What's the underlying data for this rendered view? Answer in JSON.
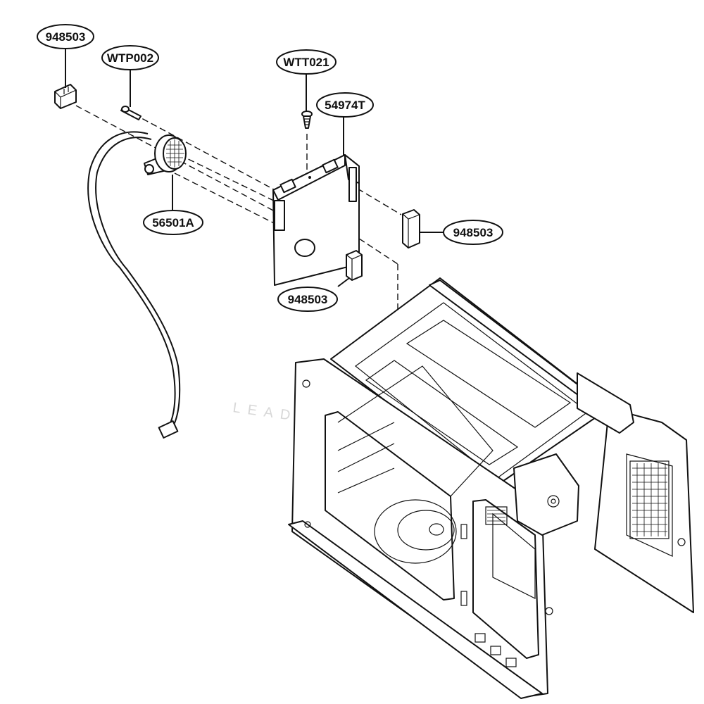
{
  "diagram": {
    "parts": {
      "cap_top_left": "948503",
      "screw_thermostat": "WTP002",
      "screw_bracket": "WTT021",
      "bracket": "54974T",
      "thermostat": "56501A",
      "cap_right": "948503",
      "cap_bottom": "948503"
    }
  }
}
